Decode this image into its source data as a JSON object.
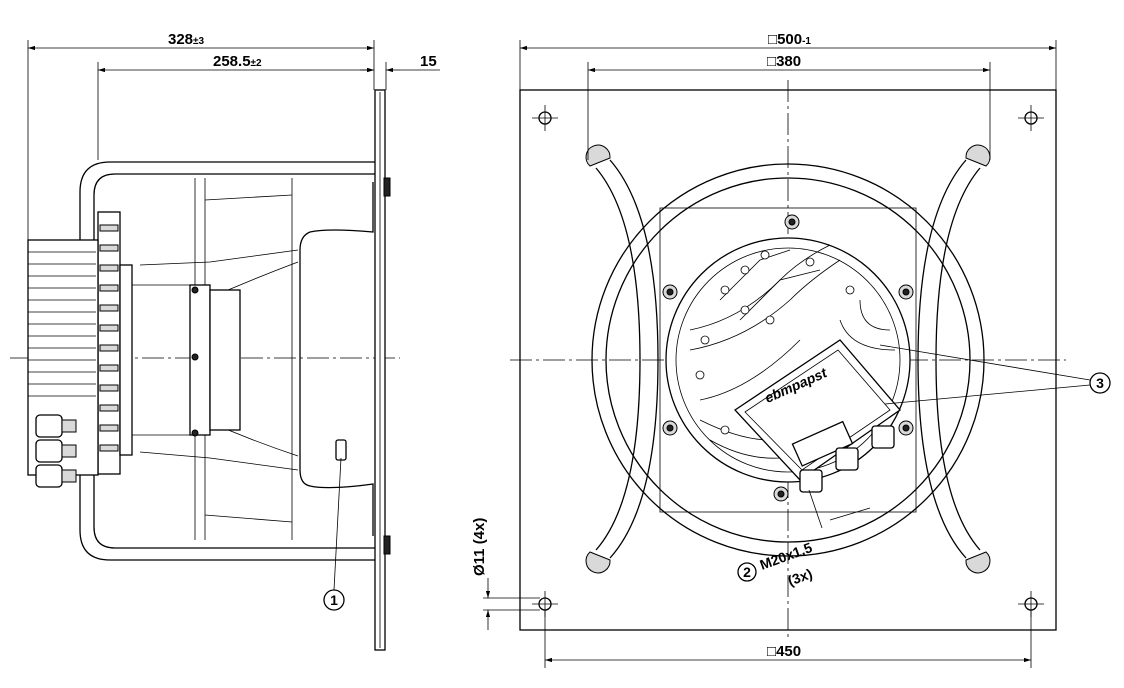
{
  "dimensions": {
    "overall_length": {
      "value": "328",
      "tol": "±3"
    },
    "body_length": {
      "value": "258.5",
      "tol": "±2"
    },
    "plate_thickness": {
      "value": "15"
    },
    "plate_width": {
      "value": "500",
      "tol": "-1"
    },
    "inner_width": {
      "value": "380"
    },
    "hole_spacing": {
      "value": "450"
    },
    "hole_diameter": {
      "value": "Ø11 (4x)"
    },
    "square_symbol": "□"
  },
  "callouts": {
    "c1": {
      "number": "1"
    },
    "c2": {
      "number": "2",
      "label": "M20x1.5",
      "qty": "(3x)"
    },
    "c3": {
      "number": "3"
    }
  },
  "brand": "ebmpapst"
}
